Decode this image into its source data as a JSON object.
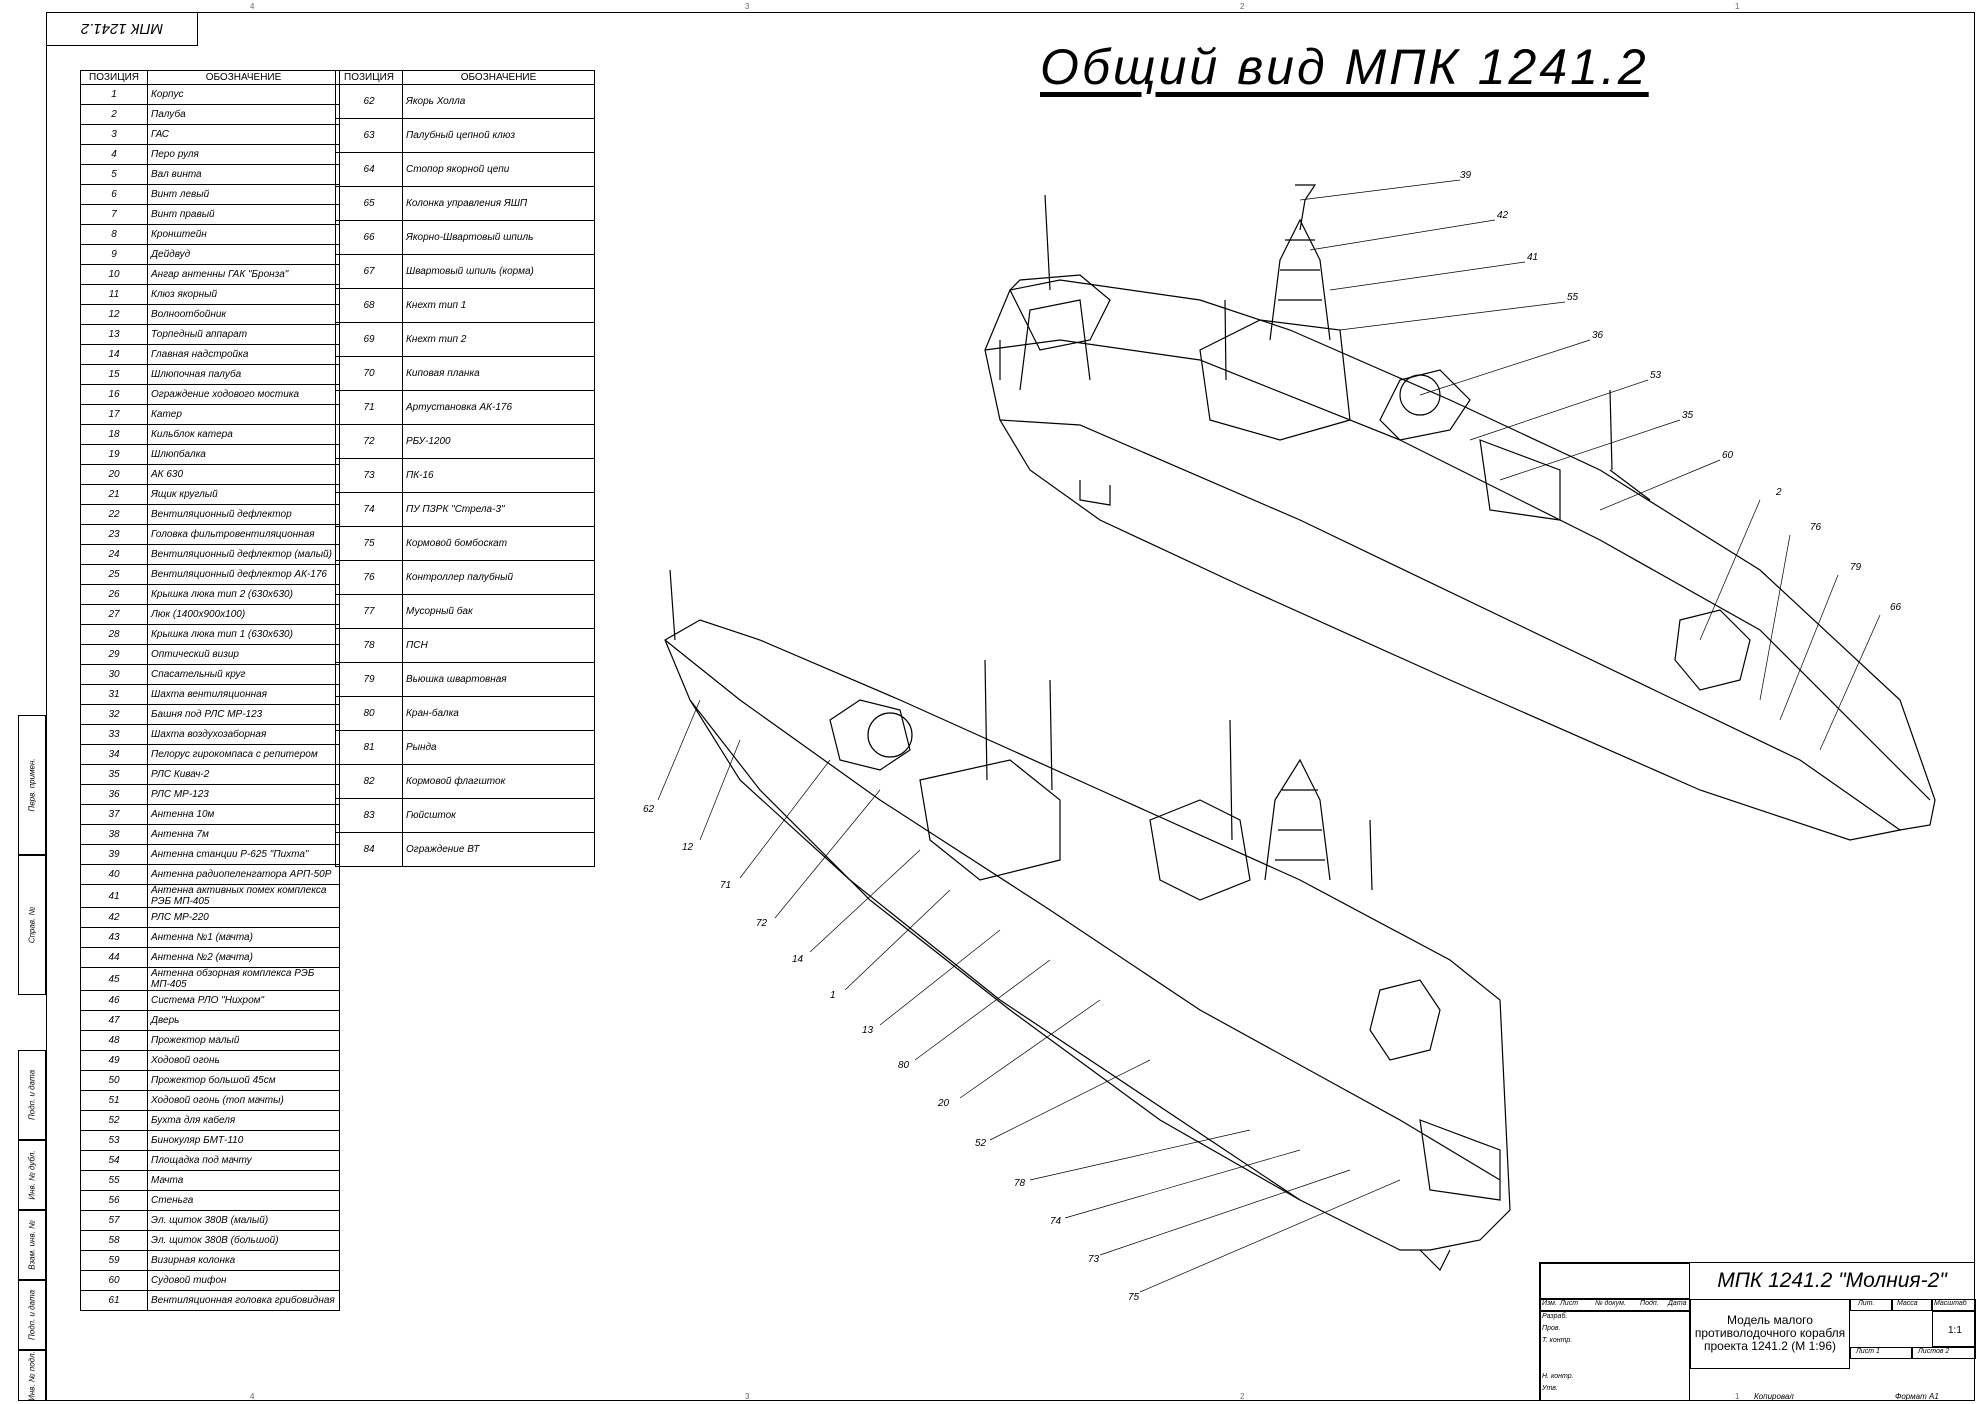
{
  "header_stamp": "МПК 1241.2",
  "title": "Общий вид МПК 1241.2",
  "table": {
    "col_pos": "ПОЗИЦИЯ",
    "col_name": "ОБОЗНАЧЕНИЕ",
    "left": [
      [
        "1",
        "Корпус"
      ],
      [
        "2",
        "Палуба"
      ],
      [
        "3",
        "ГАС"
      ],
      [
        "4",
        "Перо руля"
      ],
      [
        "5",
        "Вал винта"
      ],
      [
        "6",
        "Винт левый"
      ],
      [
        "7",
        "Винт правый"
      ],
      [
        "8",
        "Кронштейн"
      ],
      [
        "9",
        "Дейдвуд"
      ],
      [
        "10",
        "Ангар антенны ГАК \"Бронза\""
      ],
      [
        "11",
        "Клюз якорный"
      ],
      [
        "12",
        "Волноотбойник"
      ],
      [
        "13",
        "Торпедный аппарат"
      ],
      [
        "14",
        "Главная надстройка"
      ],
      [
        "15",
        "Шлюпочная палуба"
      ],
      [
        "16",
        "Ограждение ходового мостика"
      ],
      [
        "17",
        "Катер"
      ],
      [
        "18",
        "Кильблок катера"
      ],
      [
        "19",
        "Шлюпбалка"
      ],
      [
        "20",
        "АК 630"
      ],
      [
        "21",
        "Ящик круглый"
      ],
      [
        "22",
        "Вентиляционный дефлектор"
      ],
      [
        "23",
        "Головка фильтровентиляционная"
      ],
      [
        "24",
        "Вентиляционный дефлектор (малый)"
      ],
      [
        "25",
        "Вентиляционный дефлектор АК-176"
      ],
      [
        "26",
        "Крышка люка тип 2 (630x630)"
      ],
      [
        "27",
        "Люк (1400x900x100)"
      ],
      [
        "28",
        "Крышка люка тип 1 (630x630)"
      ],
      [
        "29",
        "Оптический визир"
      ],
      [
        "30",
        "Спасательный круг"
      ],
      [
        "31",
        "Шахта вентиляционная"
      ],
      [
        "32",
        "Башня под РЛС МР-123"
      ],
      [
        "33",
        "Шахта воздухозаборная"
      ],
      [
        "34",
        "Пелорус гирокомпаса с репитером"
      ],
      [
        "35",
        "РЛС Кивач-2"
      ],
      [
        "36",
        "РЛС МР-123"
      ],
      [
        "37",
        "Антенна 10м"
      ],
      [
        "38",
        "Антенна 7м"
      ],
      [
        "39",
        "Антенна станции Р-625 \"Пихта\""
      ],
      [
        "40",
        "Антенна радиопеленгатора АРП-50Р"
      ],
      [
        "41",
        "Антенна активных помех комплекса РЭБ МП-405"
      ],
      [
        "42",
        "РЛС МР-220"
      ],
      [
        "43",
        "Антенна №1 (мачта)"
      ],
      [
        "44",
        "Антенна №2 (мачта)"
      ],
      [
        "45",
        "Антенна обзорная комплекса РЭБ МП-405"
      ],
      [
        "46",
        "Система РЛО \"Нихром\""
      ],
      [
        "47",
        "Дверь"
      ],
      [
        "48",
        "Прожектор малый"
      ],
      [
        "49",
        "Ходовой огонь"
      ],
      [
        "50",
        "Прожектор большой 45см"
      ],
      [
        "51",
        "Ходовой огонь (топ мачты)"
      ],
      [
        "52",
        "Бухта для кабеля"
      ],
      [
        "53",
        "Бинокуляр БМТ-110"
      ],
      [
        "54",
        "Площадка под мачту"
      ],
      [
        "55",
        "Мачта"
      ],
      [
        "56",
        "Стеньга"
      ],
      [
        "57",
        "Эл. щиток 380В (малый)"
      ],
      [
        "58",
        "Эл. щиток 380В (большой)"
      ],
      [
        "59",
        "Визирная колонка"
      ],
      [
        "60",
        "Судовой тифон"
      ],
      [
        "61",
        "Вентиляционная головка грибовидная"
      ]
    ],
    "right": [
      [
        "62",
        "Якорь Холла"
      ],
      [
        "63",
        "Палубный цепной клюз"
      ],
      [
        "64",
        "Стопор якорной цепи"
      ],
      [
        "65",
        "Колонка управления ЯШП"
      ],
      [
        "66",
        "Якорно-Швартовый шпиль"
      ],
      [
        "67",
        "Швартовый шпиль (корма)"
      ],
      [
        "68",
        "Кнехт тип 1"
      ],
      [
        "69",
        "Кнехт тип 2"
      ],
      [
        "70",
        "Киповая планка"
      ],
      [
        "71",
        "Артустановка АК-176"
      ],
      [
        "72",
        "РБУ-1200"
      ],
      [
        "73",
        "ПК-16"
      ],
      [
        "74",
        "ПУ ПЗРК \"Стрела-3\""
      ],
      [
        "75",
        "Кормовой бомбоскат"
      ],
      [
        "76",
        "Контроллер палубный"
      ],
      [
        "77",
        "Мусорный бак"
      ],
      [
        "78",
        "ПСН"
      ],
      [
        "79",
        "Вьюшка швартовная"
      ],
      [
        "80",
        "Кран-балка"
      ],
      [
        "81",
        "Рында"
      ],
      [
        "82",
        "Кормовой флагшток"
      ],
      [
        "83",
        "Гюйсшток"
      ],
      [
        "84",
        "Ограждение ВТ"
      ]
    ]
  },
  "callouts_top": [
    "39",
    "42",
    "41",
    "55",
    "36",
    "53",
    "35",
    "60",
    "2",
    "76",
    "79",
    "66"
  ],
  "callouts_bottom": [
    "62",
    "12",
    "71",
    "72",
    "14",
    "1",
    "13",
    "80",
    "20",
    "52",
    "78",
    "74",
    "73",
    "75"
  ],
  "sidebar": [
    "Перв. примен.",
    "Справ. №",
    "Подп. и дата",
    "Инв. № дубл.",
    "Взам. инв. №",
    "Подп. и дата",
    "Инв. № подл."
  ],
  "zones_top": [
    "4",
    "3",
    "2",
    "1"
  ],
  "title_block": {
    "name": "МПК 1241.2 \"Молния-2\"",
    "description": "Модель малого противолодочного корабля проекта 1241.2 (М 1:96)",
    "col_headers": [
      "Изм.",
      "Лист",
      "№ докум.",
      "Подп.",
      "Дата"
    ],
    "rows": [
      "Разраб.",
      "Пров.",
      "Т. контр.",
      "",
      "Н. контр.",
      "Утв."
    ],
    "lit": "Лит.",
    "mass": "Масса",
    "scale_label": "Масштаб",
    "scale": "1:1",
    "sheet": "Лист 1",
    "sheets": "Листов 2",
    "copied": "Копировал",
    "format": "Формат А1"
  }
}
